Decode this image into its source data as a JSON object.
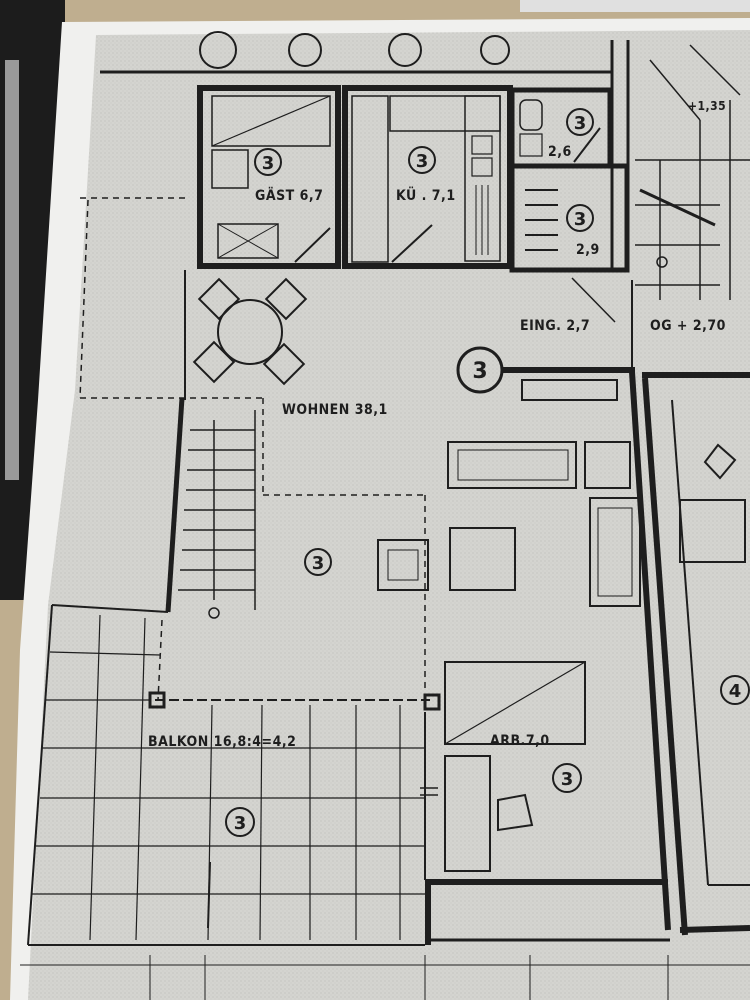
{
  "plan": {
    "rooms": [
      {
        "id": "gast",
        "label": "GÄST 6,7",
        "rating": "3"
      },
      {
        "id": "kueche",
        "label": "KÜ . 7,1",
        "rating": "3"
      },
      {
        "id": "wc",
        "label": "2,6",
        "rating": "3"
      },
      {
        "id": "bad",
        "label": "2,9",
        "rating": "3"
      },
      {
        "id": "eingang",
        "label": "EING. 2,7"
      },
      {
        "id": "wohnen",
        "label": "WOHNEN 38,1",
        "rating": "3"
      },
      {
        "id": "hall",
        "rating": "3"
      },
      {
        "id": "balkon",
        "label": "BALKON 16,8:4=4,2",
        "rating": "3"
      },
      {
        "id": "arbeit",
        "label": "ARB.7,0",
        "rating": "3"
      },
      {
        "id": "neighbor",
        "rating": "4"
      }
    ],
    "levels": {
      "og": "OG + 2,70",
      "top": "+1,35"
    },
    "colors": {
      "paper": "#d6d6d2",
      "ink": "#1e1e1e",
      "desk": "#c9b89a",
      "desk_dark": "#1c1c1c"
    }
  }
}
